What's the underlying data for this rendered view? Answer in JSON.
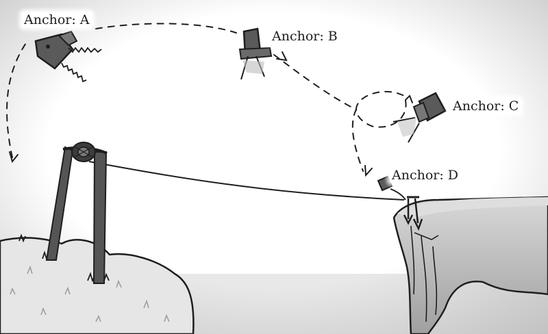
{
  "labels": {
    "anchor_a": "Anchor: A",
    "anchor_b": "Anchor: B",
    "anchor_c": "Anchor: C",
    "anchor_d": "Anchor: D"
  },
  "icons": {
    "anchor_a": "grappling-launcher-icon",
    "anchor_b": "grappling-launcher-icon",
    "anchor_c": "grappling-launcher-icon",
    "anchor_d": "grappling-launcher-icon",
    "winch": "pulley-winch-icon"
  },
  "colors": {
    "ink": "#1e1e1e",
    "device_fill": "#5a5a5a",
    "post_fill": "#555555",
    "ground_fill": "#e4e4e4",
    "cliff_fill": "#bdbdbd",
    "background": "#ffffff"
  }
}
